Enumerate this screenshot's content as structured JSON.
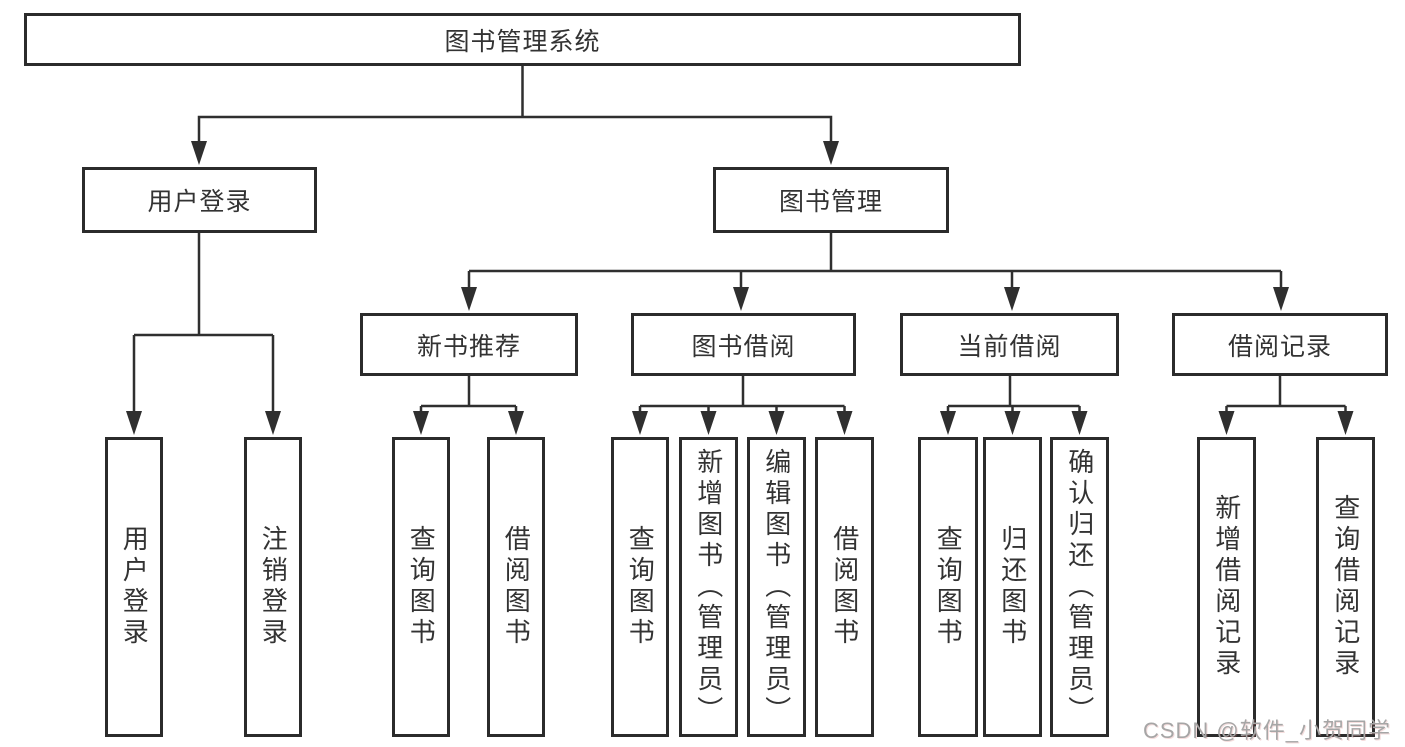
{
  "tree": {
    "root": {
      "label": "图书管理系统"
    },
    "children": [
      {
        "label": "用户登录",
        "leaves": [
          "用户登录",
          "注销登录"
        ]
      },
      {
        "label": "图书管理",
        "children": [
          {
            "label": "新书推荐",
            "leaves": [
              "查询图书",
              "借阅图书"
            ]
          },
          {
            "label": "图书借阅",
            "leaves": [
              "查询图书",
              "新增图书（管理员）",
              "编辑图书（管理员）",
              "借阅图书"
            ]
          },
          {
            "label": "当前借阅",
            "leaves": [
              "查询图书",
              "归还图书",
              "确认归还（管理员）"
            ]
          },
          {
            "label": "借阅记录",
            "leaves": [
              "新增借阅记录",
              "查询借阅记录"
            ]
          }
        ]
      }
    ]
  },
  "watermark": {
    "text": "CSDN @软件_小贺同学"
  },
  "colors": {
    "line": "#2f2f2f",
    "box_border": "#2b2b2b",
    "text": "#333333",
    "watermark_text": "#a6a6a6",
    "background": "#ffffff"
  }
}
